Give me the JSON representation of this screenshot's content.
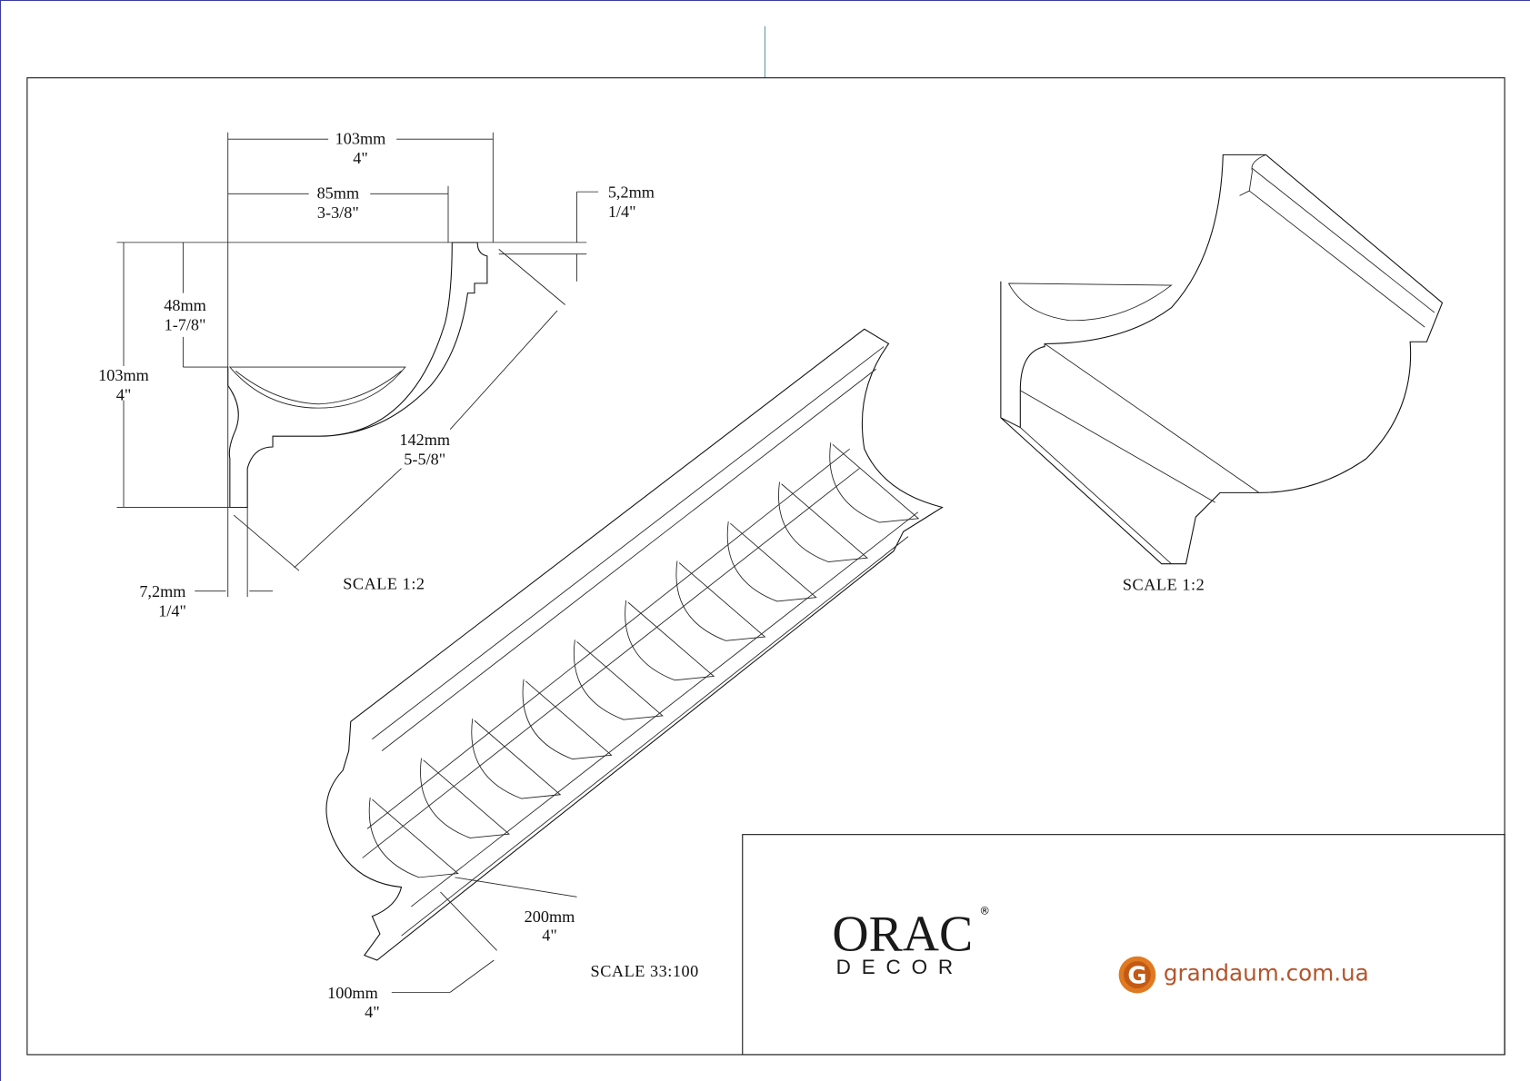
{
  "profile_view": {
    "width_total": {
      "mm": "103mm",
      "in": "4\""
    },
    "width_inner": {
      "mm": "85mm",
      "in": "3-3/8\""
    },
    "top_lip": {
      "mm": "5,2mm",
      "in": "1/4\""
    },
    "shelf_height": {
      "mm": "48mm",
      "in": "1-7/8\""
    },
    "height_total": {
      "mm": "103mm",
      "in": "4\""
    },
    "diagonal": {
      "mm": "142mm",
      "in": "5-5/8\""
    },
    "bottom_lip": {
      "mm": "7,2mm",
      "in": "1/4\""
    },
    "scale": "SCALE  1:2"
  },
  "iso_view": {
    "spacing": {
      "mm": "200mm",
      "in": "4\""
    },
    "depth": {
      "mm": "100mm",
      "in": "4\""
    },
    "scale": "SCALE  33:100"
  },
  "section_view": {
    "scale": "SCALE  1:2"
  },
  "title_block": {
    "brand": "ORAC",
    "brand_sub": "DECOR",
    "registered": "®",
    "site_letter": "G",
    "site": "grandaum.com.ua",
    "colors": {
      "site": "#b5542a",
      "g_badge": "#e07a22"
    }
  }
}
